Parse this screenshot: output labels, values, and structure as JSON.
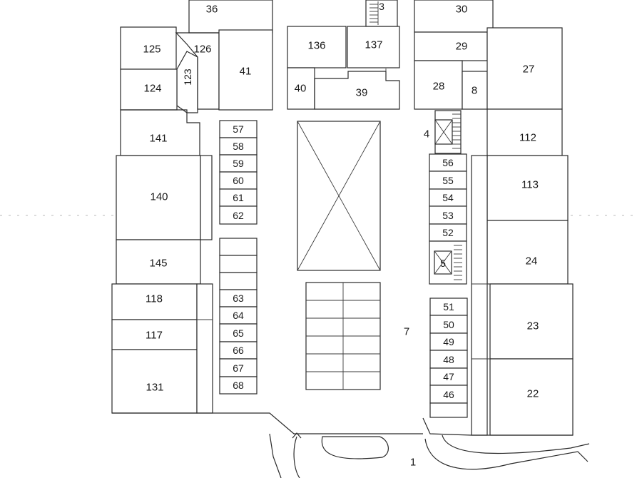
{
  "units": {
    "u36": "36",
    "u3": "3",
    "u30": "30",
    "u125": "125",
    "u126": "126",
    "u123": "123",
    "u124": "124",
    "u41": "41",
    "u136": "136",
    "u137": "137",
    "u40": "40",
    "u39": "39",
    "u29": "29",
    "u28": "28",
    "u8": "8",
    "u27": "27",
    "u141": "141",
    "u140": "140",
    "u145": "145",
    "u118": "118",
    "u117": "117",
    "u131": "131",
    "u4": "4",
    "u5": "5",
    "u7": "7",
    "u112": "112",
    "u113": "113",
    "u24": "24",
    "u23": "23",
    "u22": "22",
    "u1": "1"
  },
  "stalls_left_top": [
    "57",
    "58",
    "59",
    "60",
    "61",
    "62"
  ],
  "stalls_left_bottom": [
    "63",
    "64",
    "65",
    "66",
    "67",
    "68"
  ],
  "stalls_right_top": [
    "56",
    "55",
    "54",
    "53",
    "52"
  ],
  "stalls_right_bottom": [
    "51",
    "50",
    "49",
    "48",
    "47",
    "46"
  ]
}
